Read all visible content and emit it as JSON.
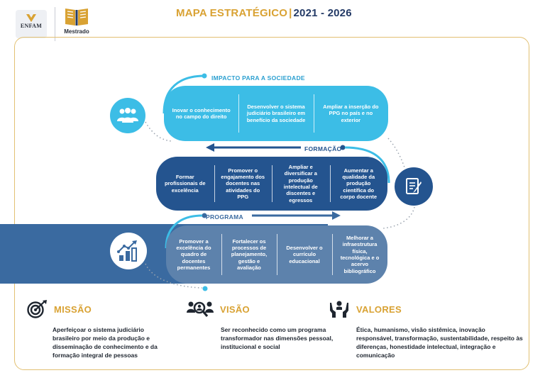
{
  "header": {
    "enfam_logo_text": "ENFAM",
    "mestrado_logo_text": "Mestrado",
    "title_part1": "MAPA ESTRATÉGICO",
    "title_separator": "|",
    "title_part2": "2021 - 2026"
  },
  "stages": {
    "impacto": {
      "label": "IMPACTO PARA A SOCIEDADE",
      "items": [
        "Inovar o conhecimento no campo do direito",
        "Desenvolver o sistema judiciário brasileiro em benefício da sociedade",
        "Ampliar a inserção do PPG no país e no exterior"
      ]
    },
    "formacao": {
      "label": "FORMAÇÃO",
      "items": [
        "Formar profissionais de excelência",
        "Promover o engajamento dos docentes nas atividades do PPG",
        "Ampliar e diversificar a produção intelectual de discentes e egressos",
        "Aumentar a qualidade da produção científica do corpo docente"
      ]
    },
    "programa": {
      "label": "PROGRAMA",
      "items": [
        "Promover a excelência do quadro de docentes permanentes",
        "Fortalecer os processos de planejamento, gestão e avaliação",
        "Desenvolver o currículo educacional",
        "Melhorar a infraestrutura física, tecnológica e o acervo bibliográfico"
      ]
    }
  },
  "icons": {
    "impacto": "people-icon",
    "formacao": "document-pen-icon",
    "programa": "growth-chart-icon",
    "missao": "target-icon",
    "visao": "team-search-icon",
    "valores": "hands-icon"
  },
  "missao": {
    "title": "MISSÃO",
    "text": "Aperfeiçoar o sistema judiciário brasileiro por meio da produção e disseminação de conhecimento e da formação integral de pessoas"
  },
  "visao": {
    "title": "VISÃO",
    "text": "Ser reconhecido como um programa transformador nas dimensões pessoal, institucional e social"
  },
  "valores": {
    "title": "VALORES",
    "text": "Ética, humanismo, visão sistêmica, inovação responsável, transformação, sustentabilidade, respeito às diferenças, honestidade intelectual, integração e comunicação"
  },
  "colors": {
    "gold": "#d9a233",
    "navy": "#233a66",
    "light_blue": "#3cbde6",
    "dark_blue": "#24548f",
    "mid_blue": "#5d82ac",
    "band_blue": "#3a6aa0"
  }
}
